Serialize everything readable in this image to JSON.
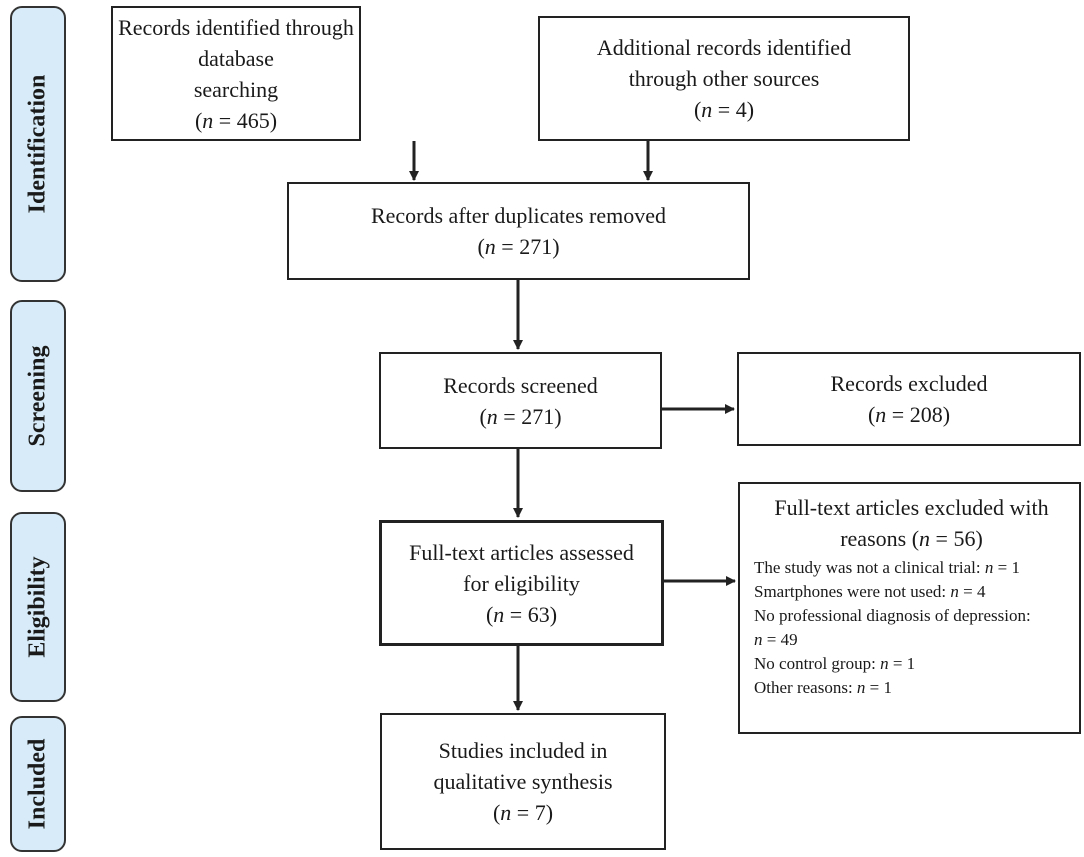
{
  "stages": [
    {
      "id": "identification",
      "label": "Identification"
    },
    {
      "id": "screening",
      "label": "Screening"
    },
    {
      "id": "eligibility",
      "label": "Eligibility"
    },
    {
      "id": "included",
      "label": "Included"
    }
  ],
  "boxes": {
    "database_records": {
      "line1": "Records identified through database",
      "line2": "searching",
      "n_prefix": "(",
      "n_var": "n",
      "n_rest": " = 465)"
    },
    "other_records": {
      "line1": "Additional records identified",
      "line2": "through other sources",
      "n_prefix": "(",
      "n_var": "n",
      "n_rest": " = 4)"
    },
    "duplicates_removed": {
      "line1": "Records after duplicates removed",
      "n_prefix": "(",
      "n_var": "n",
      "n_rest": " = 271)"
    },
    "records_screened": {
      "line1": "Records screened",
      "n_prefix": "(",
      "n_var": "n",
      "n_rest": " = 271)"
    },
    "records_excluded": {
      "line1": "Records excluded",
      "n_prefix": "(",
      "n_var": "n",
      "n_rest": " = 208)"
    },
    "fulltext_assessed": {
      "line1": "Full-text articles assessed",
      "line2": "for eligibility",
      "n_prefix": "(",
      "n_var": "n",
      "n_rest": " = 63)"
    },
    "fulltext_excluded": {
      "line1": "Full-text articles excluded with",
      "line2_prefix": "reasons (",
      "line2_var": "n",
      "line2_rest": " = 56)",
      "reasons": [
        {
          "text": "The study was not a clinical trial: ",
          "var": "n",
          "rest": " = 1"
        },
        {
          "text": "Smartphones were not used: ",
          "var": "n",
          "rest": " = 4"
        },
        {
          "text": "No professional diagnosis of depression:",
          "var": "",
          "rest": ""
        },
        {
          "text": "",
          "var": "n",
          "rest": " = 49"
        },
        {
          "text": "No control group: ",
          "var": "n",
          "rest": " = 1"
        },
        {
          "text": "Other reasons: ",
          "var": "n",
          "rest": " = 1"
        }
      ]
    },
    "studies_included": {
      "line1": "Studies included in",
      "line2": "qualitative synthesis",
      "n_prefix": "(",
      "n_var": "n",
      "n_rest": " = 7)"
    }
  }
}
